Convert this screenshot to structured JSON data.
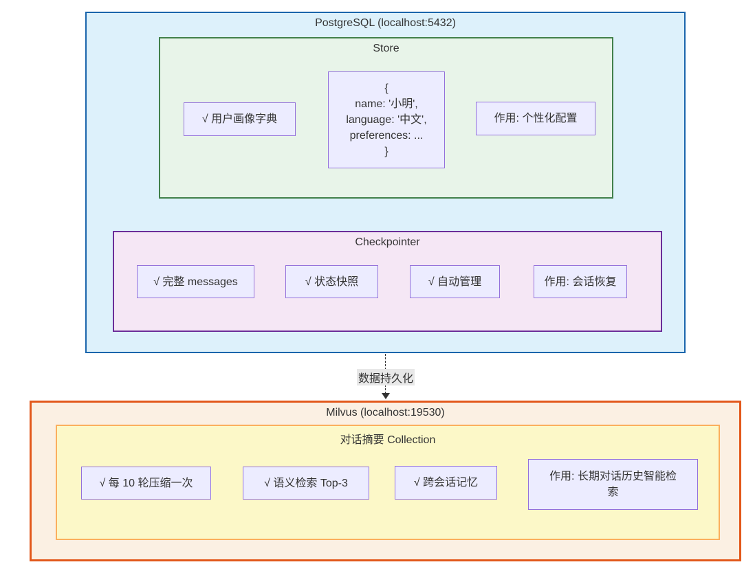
{
  "colors": {
    "postgres_fill": "#ddf1fb",
    "postgres_stroke": "#1a65ac",
    "store_fill": "#e8f4e9",
    "store_stroke": "#41804a",
    "checkpointer_fill": "#f5e7f5",
    "checkpointer_stroke": "#6b2e99",
    "milvus_fill": "#fbf0e3",
    "milvus_stroke": "#e2581b",
    "collection_fill": "#fcf8c8",
    "collection_stroke": "#fbaf5d",
    "node_fill": "#ececff",
    "node_stroke": "#9370db",
    "edge_label_bg": "#e8e8e8",
    "text": "#333333"
  },
  "postgres": {
    "title": "PostgreSQL (localhost:5432)",
    "store": {
      "title": "Store",
      "profile_node": "√ 用户画像字典",
      "json_node_lines": [
        "{",
        "name: '小明',",
        "language: '中文',",
        "preferences: ...",
        "}"
      ],
      "purpose_node": "作用: 个性化配置"
    },
    "checkpointer": {
      "title": "Checkpointer",
      "messages_node": "√ 完整 messages",
      "snapshot_node": "√ 状态快照",
      "auto_manage_node": "√ 自动管理",
      "purpose_node": "作用: 会话恢复"
    }
  },
  "edge": {
    "label": "数据持久化"
  },
  "milvus": {
    "title": "Milvus (localhost:19530)",
    "collection": {
      "title": "对话摘要 Collection",
      "compress_node": "√ 每 10 轮压缩一次",
      "semantic_search_node": "√ 语义检索 Top-3",
      "cross_session_node": "√ 跨会话记忆",
      "purpose_node_lines": [
        "作用: 长期对话历史智能检",
        "索"
      ]
    }
  }
}
